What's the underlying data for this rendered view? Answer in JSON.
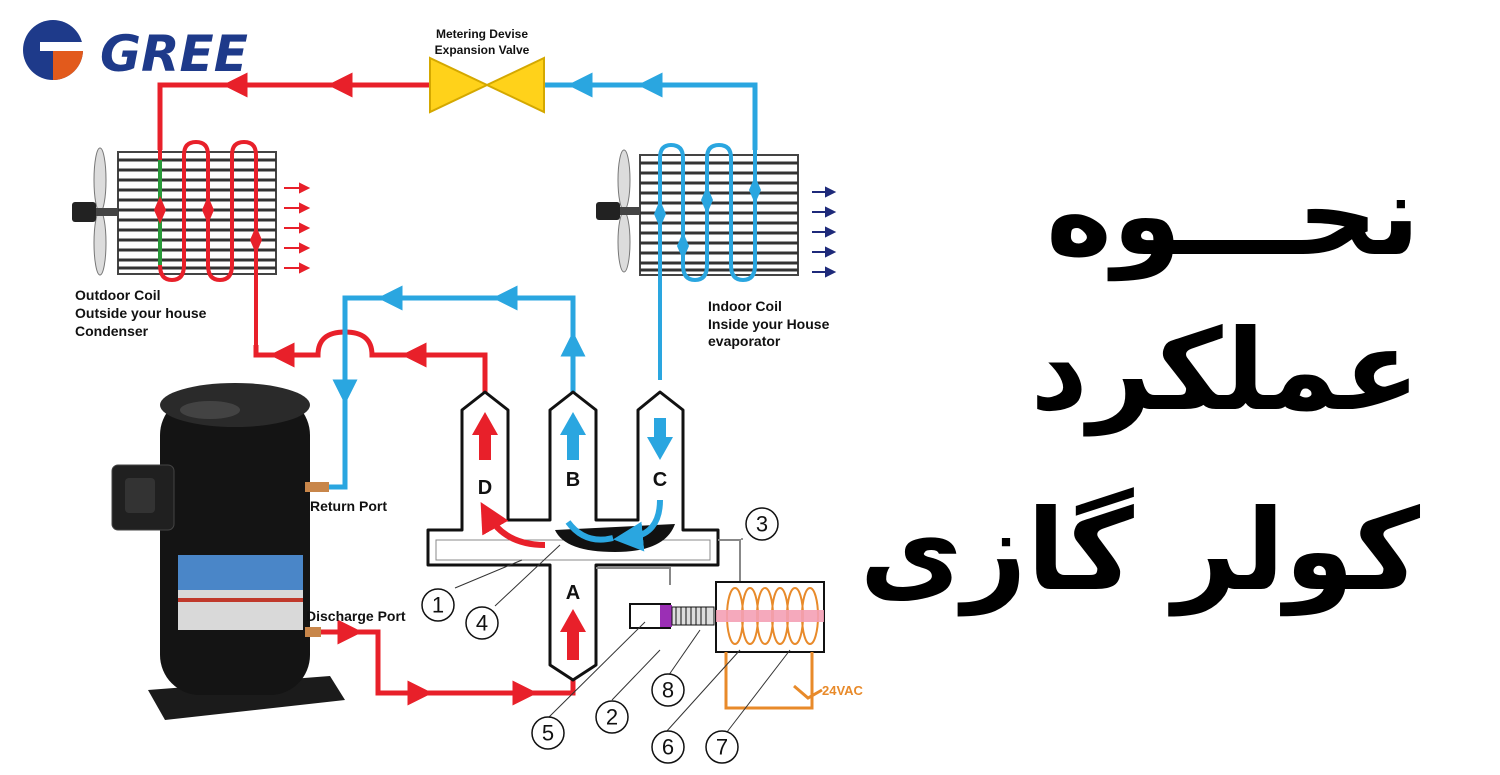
{
  "brand": {
    "name": "GREE",
    "color": "#1e3a8a",
    "accent": "#e25a1c"
  },
  "title_lines": [
    "نحـــوه",
    "عملکرد",
    "کولر گازی"
  ],
  "labels": {
    "valve_line1": "Metering Devise",
    "valve_line2": "Expansion Valve",
    "outdoor_line1": "Outdoor Coil",
    "outdoor_line2": "Outside your house",
    "outdoor_line3": "Condenser",
    "indoor_line1": "Indoor Coil",
    "indoor_line2": "Inside your House",
    "indoor_line3": "evaporator",
    "return_port": "Return Port",
    "discharge_port": "Discharge Port",
    "voltage": "24VAC"
  },
  "ports": {
    "a": "A",
    "b": "B",
    "c": "C",
    "d": "D"
  },
  "callouts": [
    "1",
    "2",
    "3",
    "4",
    "5",
    "6",
    "7",
    "8"
  ],
  "colors": {
    "hot": "#e8202a",
    "cold": "#2aa6e0",
    "valve": "#ffd21a",
    "coil_wire": "#e88a2a",
    "magenta": "#9b2fb5"
  }
}
